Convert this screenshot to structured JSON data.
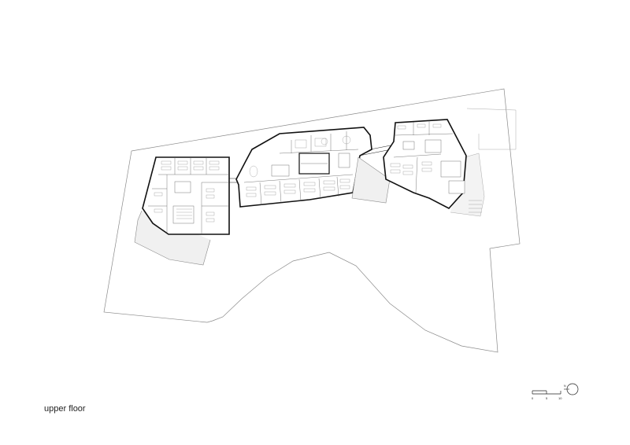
{
  "caption": "upper floor",
  "scale_bar": {
    "ticks": [
      "0",
      "5",
      "10"
    ]
  },
  "north_arrow": {
    "label": "N"
  },
  "colors": {
    "line": "#222222",
    "site": "#8a8a8a",
    "wall": "#111111",
    "terrace": "#bdbdbd"
  },
  "icons": [
    "north-arrow-icon",
    "scale-bar-icon"
  ]
}
